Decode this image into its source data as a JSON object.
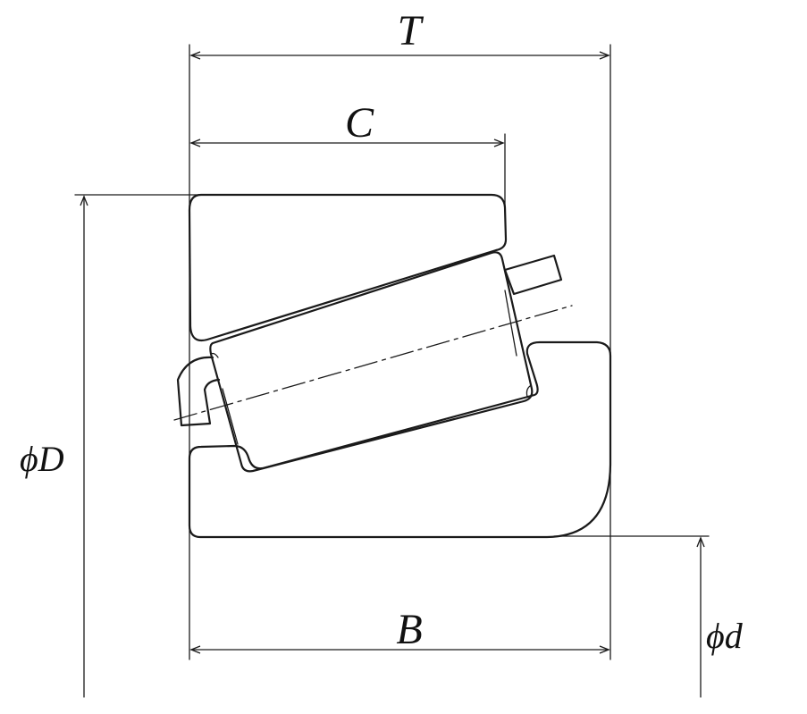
{
  "labels": {
    "T": "T",
    "C": "C",
    "B": "B",
    "D": "ϕD",
    "d": "ϕd"
  },
  "colors": {
    "stroke": "#1a1a1a",
    "background": "#ffffff"
  }
}
